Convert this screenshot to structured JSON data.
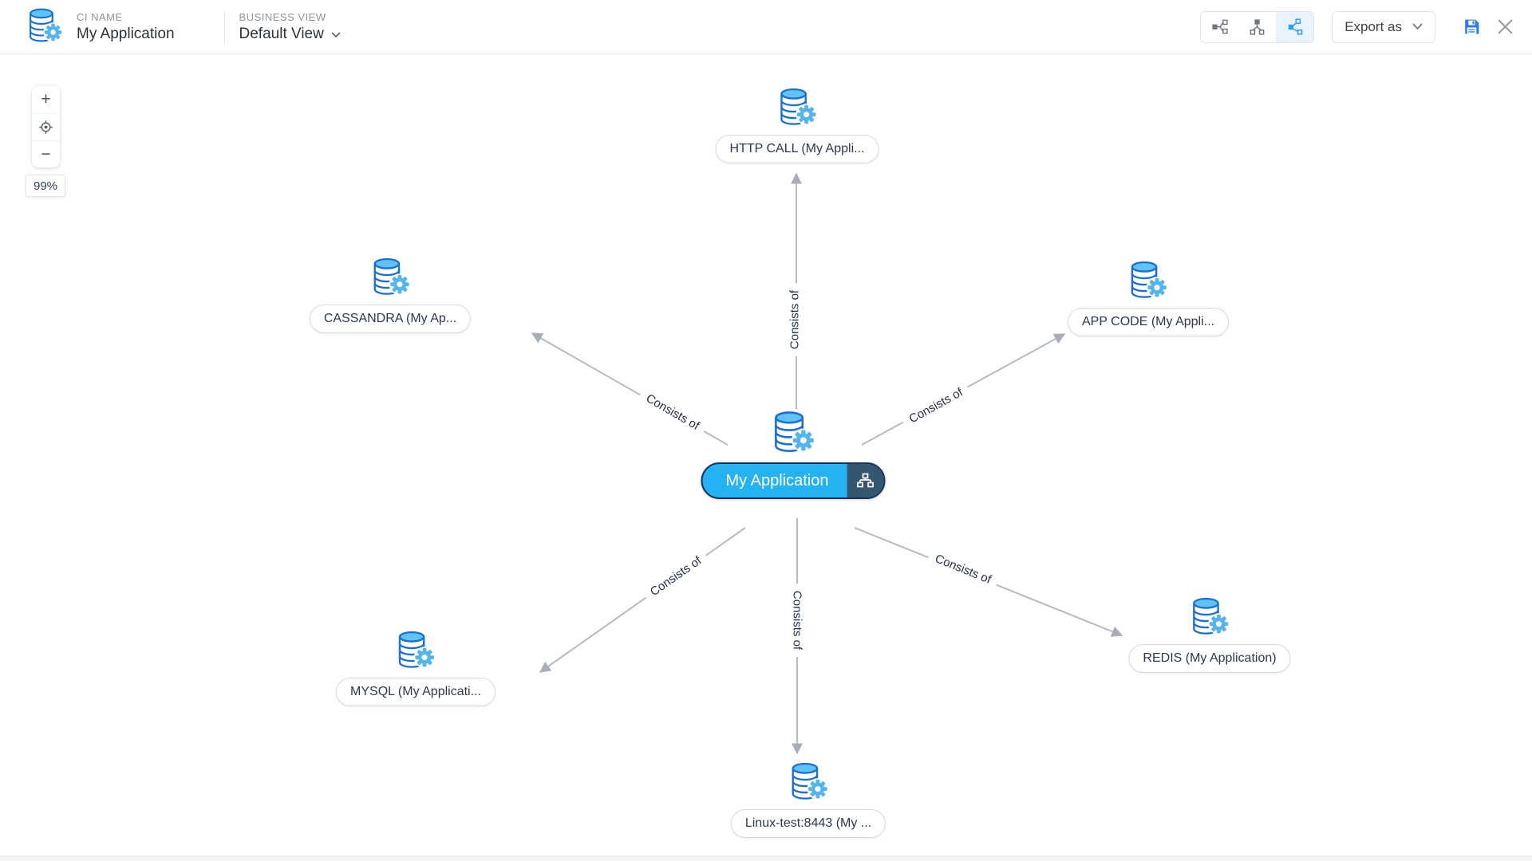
{
  "header": {
    "ci_name_label": "CI NAME",
    "ci_name_value": "My Application",
    "business_view_label": "BUSINESS VIEW",
    "business_view_value": "Default View",
    "export_button_label": "Export as",
    "toolbar_icons": [
      "layout-horizontal-tree-icon",
      "layout-vertical-tree-icon",
      "layout-radial-icon",
      "save-icon",
      "close-icon"
    ],
    "active_layout": "layout-radial-icon"
  },
  "zoom_controls": {
    "zoom_in_label": "+",
    "zoom_out_label": "−",
    "center_icon": "crosshair-icon",
    "zoom_level": "99%"
  },
  "graph": {
    "center_node": {
      "label": "My Application",
      "icon": "database-gear-icon",
      "badge_icon": "hierarchy-icon"
    },
    "edge_label": "Consists of",
    "nodes": [
      {
        "id": "http-call",
        "label": "HTTP CALL (My Appli...",
        "icon": "database-gear-icon"
      },
      {
        "id": "cassandra",
        "label": "CASSANDRA (My Ap...",
        "icon": "database-gear-icon"
      },
      {
        "id": "app-code",
        "label": "APP CODE (My Appli...",
        "icon": "database-gear-icon"
      },
      {
        "id": "mysql",
        "label": "MYSQL (My Applicati...",
        "icon": "database-gear-icon"
      },
      {
        "id": "linux-test",
        "label": "Linux-test:8443 (My ...",
        "icon": "database-gear-icon"
      },
      {
        "id": "redis",
        "label": "REDIS (My Application)",
        "icon": "database-gear-icon"
      }
    ]
  },
  "colors": {
    "accent_blue": "#25b2f3",
    "center_border_navy": "#16315f",
    "center_badge_slate": "#35566f",
    "node_icon_blue": "#54b4ee",
    "node_icon_stroke": "#1b6fd3",
    "edge_gray": "#b4bac4",
    "save_blue": "#2b7de9",
    "selected_layout_bg": "#e8f3fd"
  }
}
